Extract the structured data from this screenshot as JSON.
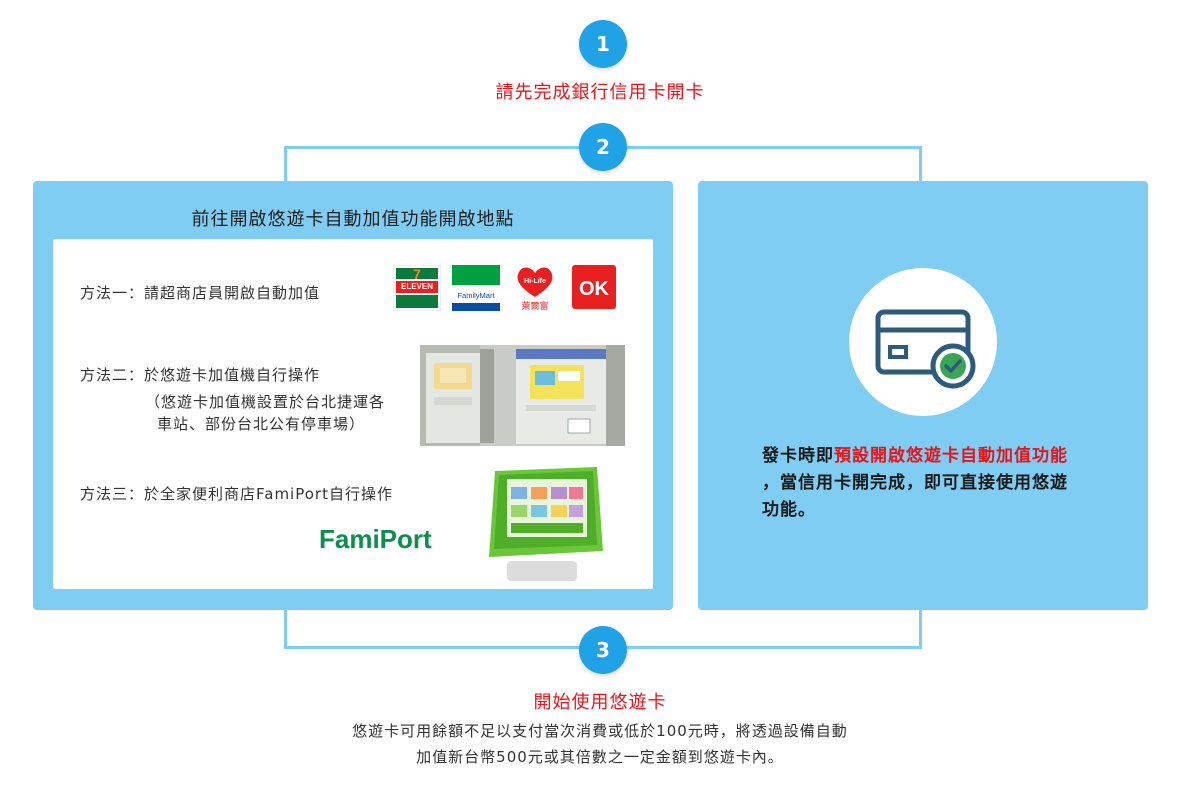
{
  "steps": [
    {
      "number": "1",
      "title": "請先完成銀行信用卡開卡"
    },
    {
      "number": "2"
    },
    {
      "number": "3",
      "title": "開始使用悠遊卡"
    }
  ],
  "left_panel": {
    "title": "前往開啟悠遊卡自動加值功能開啟地點",
    "methods": [
      {
        "label": "方法一：請超商店員開啟自動加值"
      },
      {
        "label": "方法二：於悠遊卡加值機自行操作",
        "note_line1": "（悠遊卡加值機設置於台北捷運各",
        "note_line2": "車站、部份台北公有停車場）"
      },
      {
        "label": "方法三：於全家便利商店FamiPort自行操作"
      }
    ],
    "logos": {
      "seven_eleven": {
        "number": "7",
        "text": "ELEVEN"
      },
      "familymart": {
        "text": "FamilyMart"
      },
      "hilife": {
        "text": "Hi-Life",
        "subtext": "萊爾富"
      },
      "ok": {
        "text": "OK"
      },
      "famiport": {
        "text": "FamiPort"
      }
    }
  },
  "right_panel": {
    "desc_prefix": "發卡時即",
    "desc_highlight": "預設開啟悠遊卡自動加值功能",
    "desc_line2": "，當信用卡開完成，即可直接使用悠遊",
    "desc_line3": "功能。"
  },
  "bottom": {
    "line1": "悠遊卡可用餘額不足以支付當次消費或低於100元時，將透過設備自動",
    "line2": "加值新台幣500元或其倍數之一定金額到悠遊卡內。"
  },
  "colors": {
    "accent": "#1fa3e6",
    "panel": "#7fcdf2",
    "highlight": "#e4161c"
  },
  "icons": {
    "card": "credit-card-check-icon"
  }
}
